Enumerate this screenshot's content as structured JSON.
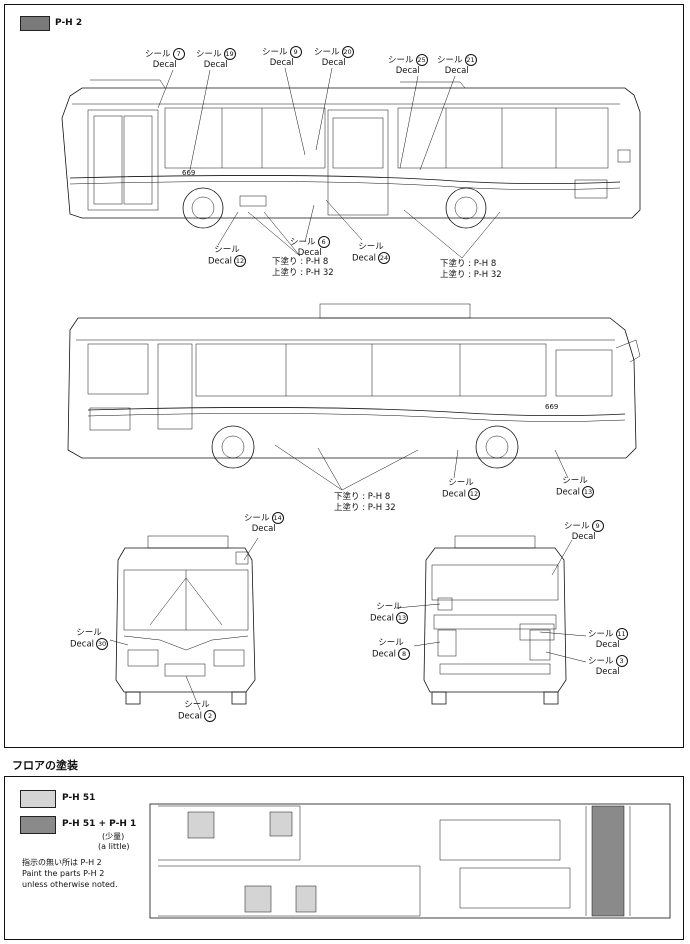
{
  "header": {
    "code": "P-H 2",
    "swatch_color": "#7a7a7a"
  },
  "side_view_1": {
    "decals": [
      {
        "jp": "シール",
        "en": "Decal",
        "num": "7"
      },
      {
        "jp": "シール",
        "en": "Decal",
        "num": "19"
      },
      {
        "jp": "シール",
        "en": "Decal",
        "num": "9"
      },
      {
        "jp": "シール",
        "en": "Decal",
        "num": "20"
      },
      {
        "jp": "シール",
        "en": "Decal",
        "num": "25"
      },
      {
        "jp": "シール",
        "en": "Decal",
        "num": "21"
      },
      {
        "jp": "シール",
        "en": "Decal",
        "num": "12"
      },
      {
        "jp": "シール",
        "en": "Decal",
        "num": "6"
      },
      {
        "jp": "シール",
        "en": "Decal",
        "num": "24"
      }
    ],
    "bus_number": "669",
    "paint_a": {
      "under": "下塗り : P-H 8",
      "over": "上塗り : P-H 32"
    },
    "paint_b": {
      "under": "下塗り : P-H 8",
      "over": "上塗り : P-H 32"
    }
  },
  "side_view_2": {
    "decals": [
      {
        "jp": "シール",
        "en": "Decal",
        "num": "12"
      },
      {
        "jp": "シール",
        "en": "Decal",
        "num": "13"
      }
    ],
    "bus_number": "669",
    "paint": {
      "under": "下塗り : P-H 8",
      "over": "上塗り : P-H 32"
    }
  },
  "front_view": {
    "decals": [
      {
        "jp": "シール",
        "en": "Decal",
        "num": "14"
      },
      {
        "jp": "シール",
        "en": "Decal",
        "num": "30"
      },
      {
        "jp": "シール",
        "en": "Decal",
        "num": "2"
      }
    ]
  },
  "rear_view": {
    "decals": [
      {
        "jp": "シール",
        "en": "Decal",
        "num": "9"
      },
      {
        "jp": "シール",
        "en": "Decal",
        "num": "13"
      },
      {
        "jp": "シール",
        "en": "Decal",
        "num": "8"
      },
      {
        "jp": "シール",
        "en": "Decal",
        "num": "11"
      },
      {
        "jp": "シール",
        "en": "Decal",
        "num": "3"
      }
    ]
  },
  "floor": {
    "title": "フロアの塗装",
    "legend": [
      {
        "code": "P-H 51",
        "color": "#d4d4d4"
      },
      {
        "code": "P-H 51 + P-H 1",
        "note_jp": "(少量)",
        "note_en": "(a little)",
        "color": "#8a8a8a"
      }
    ],
    "note_jp": "指示の無い所は P-H 2",
    "note_en1": "Paint the parts P-H 2",
    "note_en2": "unless otherwise noted."
  }
}
